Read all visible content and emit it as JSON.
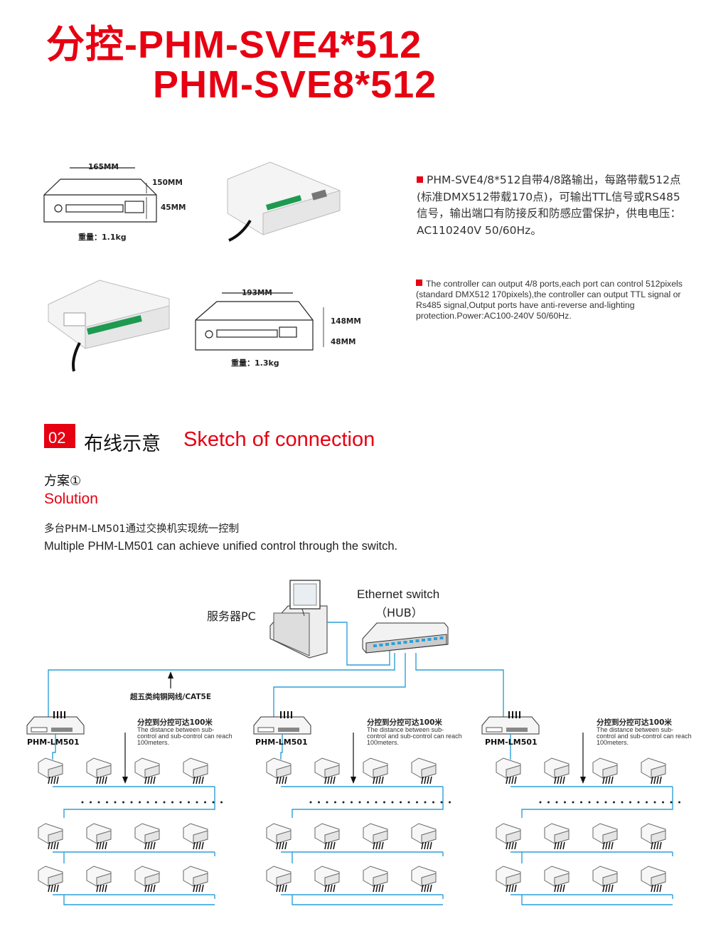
{
  "header": {
    "title_line1": "分控-PHM-SVE4*512",
    "title_line2": "PHM-SVE8*512"
  },
  "product1": {
    "width": "165MM",
    "depth": "150MM",
    "height": "45MM",
    "weight": "重量：1.1kg"
  },
  "product2": {
    "width": "193MM",
    "depth": "148MM",
    "height": "48MM",
    "weight": "重量：1.3kg"
  },
  "description": {
    "cn": "PHM-SVE4/8*512自带4/8路输出，每路带载512点(标准DMX512带载170点)，可输出TTL信号或RS485信号，输出端口有防接反和防感应雷保护，供电电压：AC110240V 50/60Hz。",
    "en": "The controller can output 4/8 ports,each port can control 512pixels (standard DMX512 170pixels),the controller can output TTL signal or Rs485 signal,Output ports have anti-reverse and-lighting protection.Power:AC100-240V 50/60Hz."
  },
  "section": {
    "number": "02",
    "title_cn": "布线示意",
    "title_en": "Sketch of connection"
  },
  "solution": {
    "label_cn": "方案①",
    "label_en": "Solution",
    "intro_cn": "多台PHM-LM501通过交换机实现统一控制",
    "intro_en": "Multiple PHM-LM501 can achieve unified control through the switch."
  },
  "diagram": {
    "server_label": "服务器PC",
    "switch_label": "Ethernet switch",
    "hub_label": "（HUB）",
    "cable_label": "超五类纯铜网线/CAT5E",
    "groups": [
      {
        "controller": "PHM-LM501",
        "distance_cn": "分控到分控可达100米",
        "distance_en": "The distance between sub-control and sub-control can reach 100meters."
      },
      {
        "controller": "PHM-LM501",
        "distance_cn": "分控到分控可达100米",
        "distance_en": "The distance between sub-control and sub-control can reach 100meters."
      },
      {
        "controller": "PHM-LM501",
        "distance_cn": "分控到分控可达100米",
        "distance_en": "The distance between sub-control and sub-control can reach 100meters."
      }
    ],
    "line_color": "#2d9fd9"
  },
  "colors": {
    "accent": "#e60012"
  }
}
